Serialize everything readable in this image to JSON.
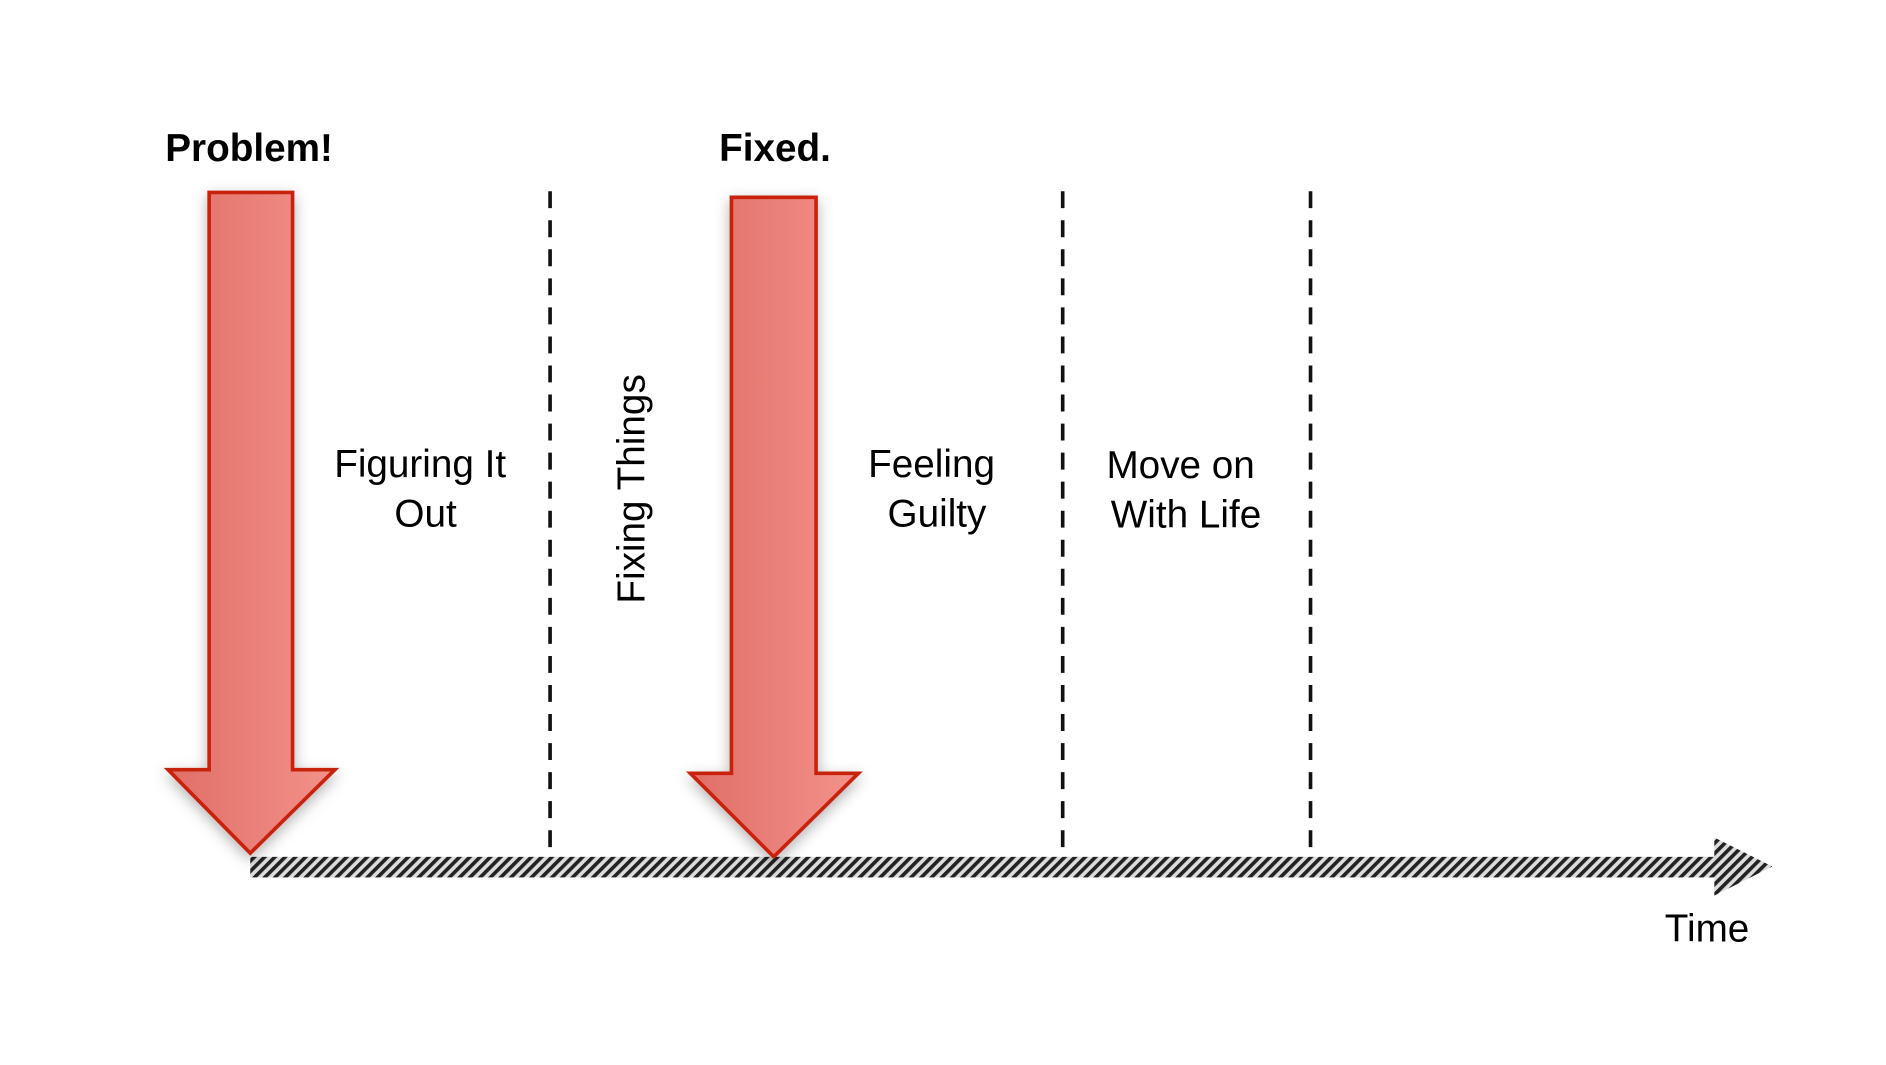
{
  "markers": [
    {
      "label": "Problem!"
    },
    {
      "label": "Fixed."
    }
  ],
  "phases": [
    {
      "lines": [
        "Figuring It",
        "Out"
      ]
    },
    {
      "lines": [
        "Fixing Things"
      ]
    },
    {
      "lines": [
        "Feeling",
        "Guilty"
      ]
    },
    {
      "lines": [
        "Move on",
        "With Life"
      ]
    }
  ],
  "axis": {
    "label": "Time"
  },
  "colors": {
    "arrow_fill_dark": "#e06e68",
    "arrow_fill_light": "#f3928a",
    "arrow_stroke": "#c8200e",
    "line": "#111111"
  }
}
